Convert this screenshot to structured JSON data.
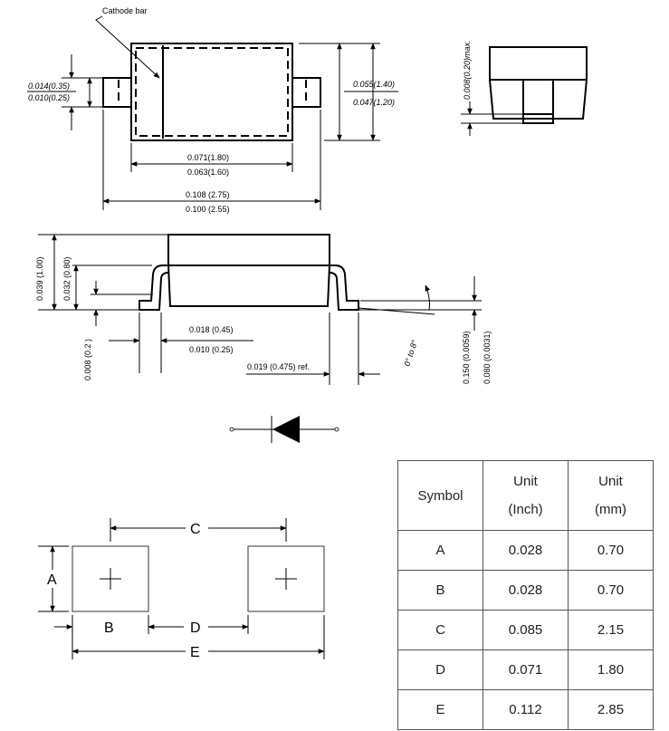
{
  "top_view": {
    "cathode_label": "Cathode bar",
    "lead_h_max": "0.014(0.35)",
    "lead_h_min": "0.010(0.25)",
    "body_h_max": "0.055(1.40)",
    "body_h_min": "0.047(1.20)",
    "body_w_max": "0.071(1.80)",
    "body_w_min": "0.063(1.60)",
    "total_w_max": "0.108 (2.75)",
    "total_w_min": "0.100 (2.55)"
  },
  "end_view": {
    "standoff": "0.008(0.20)max."
  },
  "side_view": {
    "height_max": "0.039 (1.00)",
    "height_min": "0.032 (0.80)",
    "lead_rise": "0.008 (0.2 )",
    "foot_max": "0.018 (0.45)",
    "foot_min": "0.010 (0.25)",
    "ref_len": "0.019 (0.475) ref.",
    "angle": "0° to 8°",
    "thick_max": "0.150 (0.0059)",
    "thick_min": "0.080 (0.0031)"
  },
  "footprint": {
    "labels": {
      "a": "A",
      "b": "B",
      "c": "C",
      "d": "D",
      "e": "E"
    }
  },
  "table": {
    "headers": [
      [
        "Symbol",
        ""
      ],
      [
        "Unit",
        "(Inch)"
      ],
      [
        "Unit",
        "(mm)"
      ]
    ],
    "rows": [
      [
        "A",
        "0.028",
        "0.70"
      ],
      [
        "B",
        "0.028",
        "0.70"
      ],
      [
        "C",
        "0.085",
        "2.15"
      ],
      [
        "D",
        "0.071",
        "1.80"
      ],
      [
        "E",
        "0.112",
        "2.85"
      ]
    ]
  }
}
